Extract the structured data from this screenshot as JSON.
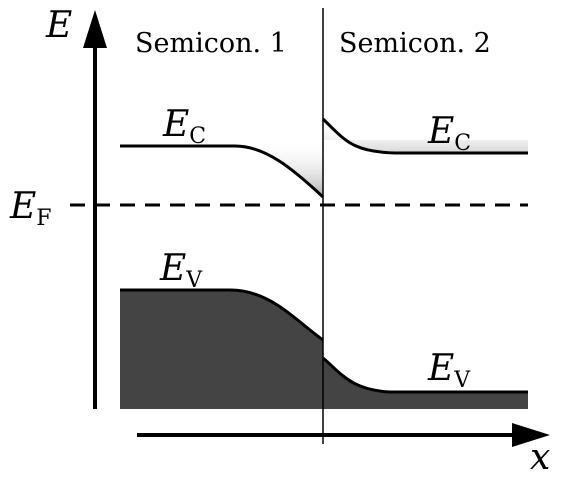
{
  "axes": {
    "y_label": "E",
    "x_label": "x"
  },
  "regions": {
    "left": "Semicon. 1",
    "right": "Semicon. 2"
  },
  "levels": {
    "fermi": {
      "symbol": "E",
      "subscript": "F"
    },
    "conduction_left": {
      "symbol": "E",
      "subscript": "C"
    },
    "conduction_right": {
      "symbol": "E",
      "subscript": "C"
    },
    "valence_left": {
      "symbol": "E",
      "subscript": "V"
    },
    "valence_right": {
      "symbol": "E",
      "subscript": "V"
    }
  },
  "colors": {
    "valence_fill": "#444444",
    "line": "#000000",
    "conduction_shade": "#bdbdbd"
  }
}
